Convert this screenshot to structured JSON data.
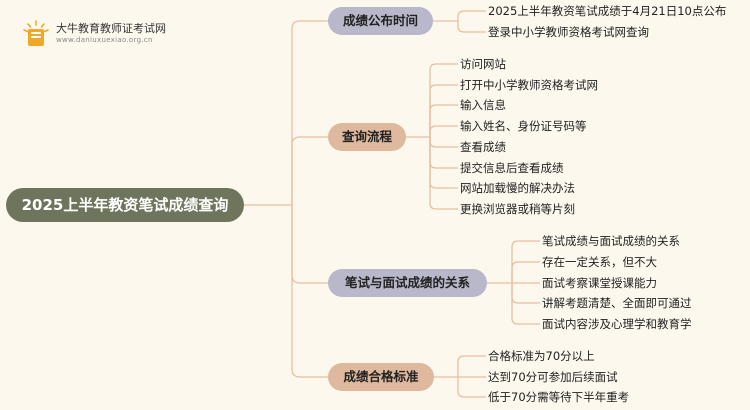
{
  "logo": {
    "name": "大牛教育教师证考试网",
    "url": "www.daniuxuexiao.org.cn",
    "icon": "book-icon"
  },
  "root": {
    "label": "2025上半年教资笔试成绩查询"
  },
  "branches": [
    {
      "label": "成绩公布时间",
      "children": [
        "2025上半年教资笔试成绩于4月21日10点公布",
        "登录中小学教师资格考试网查询"
      ]
    },
    {
      "label": "查询流程",
      "children": [
        "访问网站",
        "打开中小学教师资格考试网",
        "输入信息",
        "输入姓名、身份证号码等",
        "查看成绩",
        "提交信息后查看成绩",
        "网站加载慢的解决办法",
        "更换浏览器或稍等片刻"
      ]
    },
    {
      "label": "笔试与面试成绩的关系",
      "children": [
        "笔试成绩与面试成绩的关系",
        "存在一定关系，但不大",
        "面试考察课堂授课能力",
        "讲解考题清楚、全面即可通过",
        "面试内容涉及心理学和教育学"
      ]
    },
    {
      "label": "成绩合格标准",
      "children": [
        "合格标准为70分以上",
        "达到70分可参加后续面试",
        "低于70分需等待下半年重考"
      ]
    }
  ],
  "colors": {
    "background": "#fdf8ee",
    "root": "#6e755c",
    "branch_gray": "#b8b8ca",
    "branch_tan": "#dfb99e",
    "line": "#e8bfa0"
  }
}
